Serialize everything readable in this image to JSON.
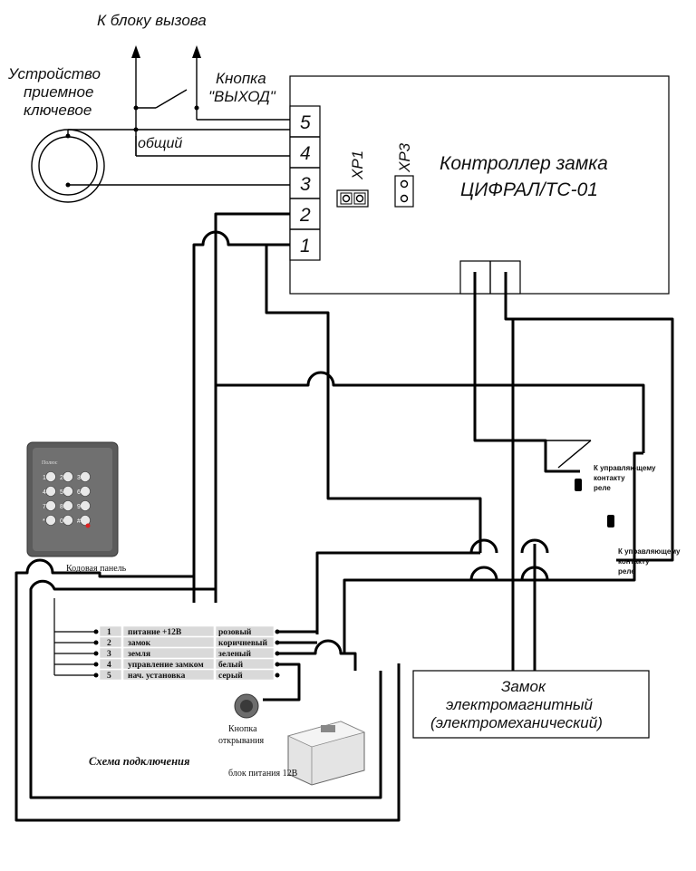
{
  "labels": {
    "call_unit": "К блоку вызова",
    "key_reader": [
      "Устройство",
      "приемное",
      "ключевое"
    ],
    "exit_button": [
      "Кнопка",
      "\"ВЫХОД\""
    ],
    "common": "общий",
    "controller": [
      "Контроллер замка",
      "ЦИФРАЛ/ТС-01"
    ],
    "jumper_1": "XP1",
    "jumper_3": "XP3",
    "terminals": [
      "5",
      "4",
      "3",
      "2",
      "1"
    ],
    "relay_contact": [
      "К управляющему",
      "контакту",
      "реле"
    ],
    "lock": [
      "Замок",
      "электромагнитный",
      "(электромеханический)"
    ],
    "keypad_caption": "Кодовая панель",
    "scheme_caption": "Схема подключения",
    "open_button": [
      "Кнопка",
      "открывания"
    ],
    "power_supply": "блок питания 12В"
  },
  "keypad": {
    "brand": "Полюс",
    "keys": [
      "1",
      "2",
      "3",
      "4",
      "5",
      "6",
      "7",
      "8",
      "9",
      "*",
      "0",
      "#"
    ]
  },
  "cable_table": [
    {
      "num": "1",
      "function": "питание +12В",
      "color": "розовый"
    },
    {
      "num": "2",
      "function": "замок",
      "color": "коричневый"
    },
    {
      "num": "3",
      "function": "земля",
      "color": "зеленый"
    },
    {
      "num": "4",
      "function": "управление замком",
      "color": "белый"
    },
    {
      "num": "5",
      "function": "нач. установка",
      "color": "серый"
    }
  ]
}
